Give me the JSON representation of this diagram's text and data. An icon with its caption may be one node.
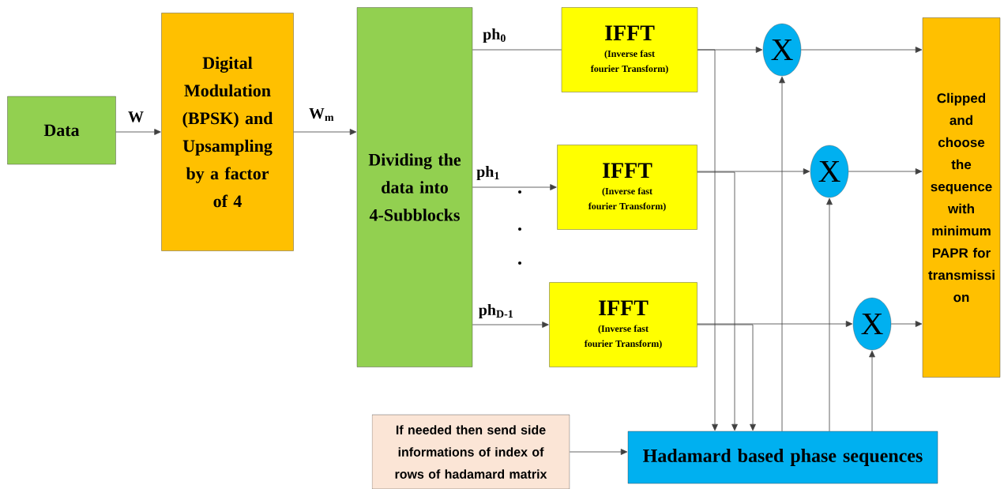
{
  "diagram": {
    "nodes": [
      {
        "text": [
          "Data"
        ]
      },
      {
        "text": [
          "Digital Modulation (BPSK) and Upsampling by a factor of 4"
        ]
      },
      {
        "text": [
          "Dividing the data into 4-Subblocks"
        ]
      },
      {
        "text": [
          "IFFT",
          "(Inverse fast fourier Transform)"
        ]
      },
      {
        "text": [
          "IFFT",
          "(Inverse fast fourier Transform)"
        ]
      },
      {
        "text": [
          "IFFT",
          "(Inverse fast fourier Transform)"
        ]
      },
      {
        "text": [
          "X"
        ]
      },
      {
        "text": [
          "X"
        ]
      },
      {
        "text": [
          "X"
        ]
      },
      {
        "text": [
          "Clipped and choose the sequence with minimum PAPR for transmissi on"
        ]
      },
      {
        "text": [
          "If needed then send side informations of index of rows of hadamard matrix"
        ]
      },
      {
        "text": [
          "Hadamard based phase sequences"
        ]
      }
    ],
    "edges": [
      {
        "from": 0,
        "to": 1,
        "arrow": "to",
        "label": "W"
      },
      {
        "from": 1,
        "to": 2,
        "arrow": "to",
        "label": "W$_{m}$"
      },
      {
        "from": 2,
        "to": 3,
        "arrow": "none",
        "label": "ph$_{0}$"
      },
      {
        "from": 2,
        "to": 4,
        "arrow": "to",
        "label": "ph$_{1}$"
      },
      {
        "from": 2,
        "to": 5,
        "arrow": "to",
        "label": "ph$_{D-1}$"
      },
      {
        "from": 3,
        "to": 6,
        "arrow": "to"
      },
      {
        "from": 4,
        "to": 7,
        "arrow": "to"
      },
      {
        "from": 5,
        "to": 8,
        "arrow": "to"
      },
      {
        "from": 6,
        "to": 9,
        "arrow": "to"
      },
      {
        "from": 7,
        "to": 9,
        "arrow": "to"
      },
      {
        "from": 8,
        "to": 9,
        "arrow": "to"
      },
      {
        "from": 3,
        "to": 11,
        "arrow": "to"
      },
      {
        "from": 4,
        "to": 11,
        "arrow": "to"
      },
      {
        "from": 5,
        "to": 11,
        "arrow": "to"
      },
      {
        "from": 11,
        "to": 6,
        "arrow": "to"
      },
      {
        "from": 11,
        "to": 7,
        "arrow": "to"
      },
      {
        "from": 11,
        "to": 8,
        "arrow": "to"
      },
      {
        "from": 10,
        "to": 11,
        "arrow": "to"
      }
    ]
  }
}
